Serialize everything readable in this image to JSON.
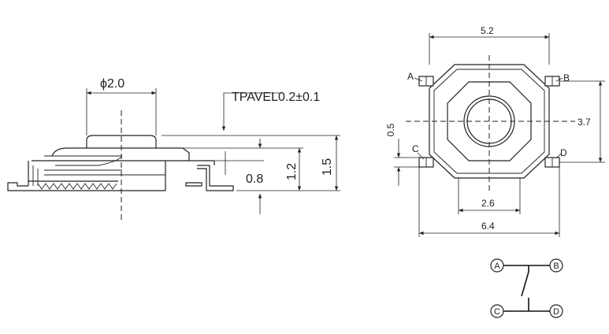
{
  "side_view": {
    "diameter_label": "ϕ2.0",
    "travel_label": "TPAVEL0.2±0.1",
    "dim_0_8": "0.8",
    "dim_1_2": "1.2",
    "dim_1_5": "1.5"
  },
  "top_view": {
    "dim_5_2": "5.2",
    "dim_3_7": "3.7",
    "dim_0_5": "0.5",
    "dim_2_6": "2.6",
    "dim_6_4": "6.4",
    "pin_a": "A",
    "pin_b": "B",
    "pin_c": "C",
    "pin_d": "D"
  },
  "schematic": {
    "node_a": "A",
    "node_b": "B",
    "node_c": "C",
    "node_d": "D"
  }
}
